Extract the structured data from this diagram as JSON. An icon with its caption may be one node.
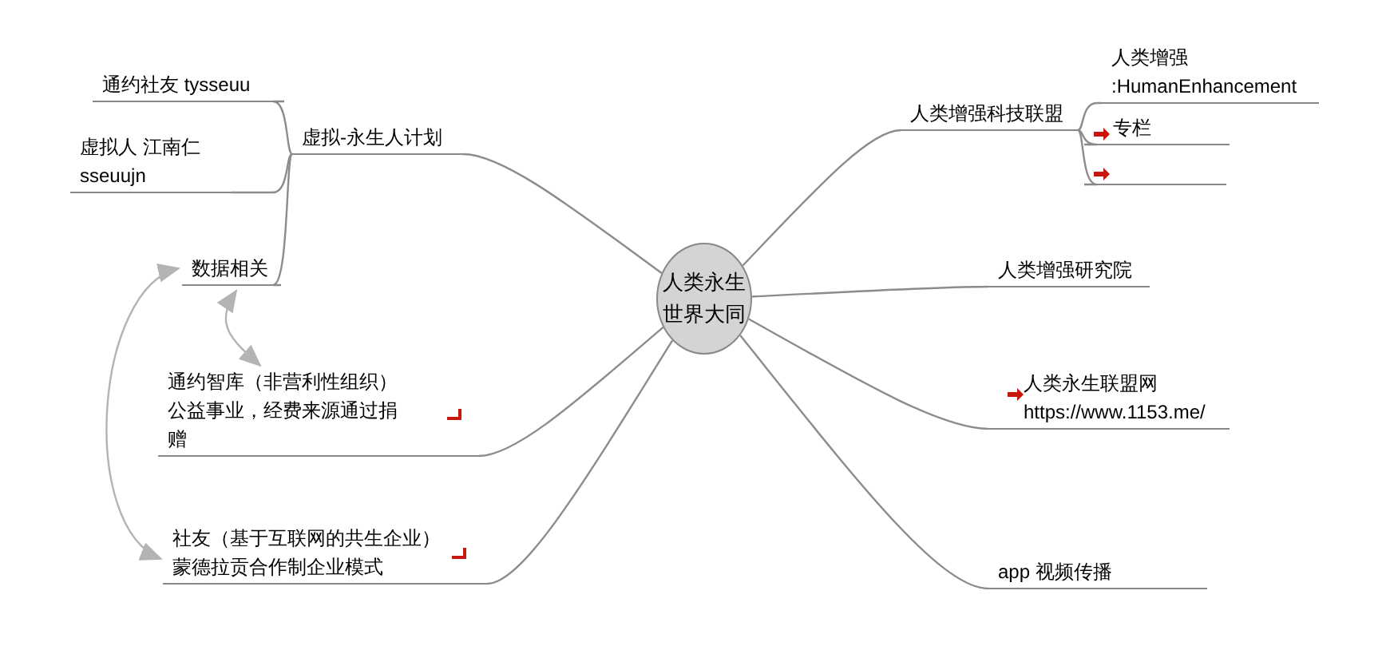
{
  "diagram": {
    "nodes": [
      {
        "text": [
          "人类永生世界大同"
        ]
      },
      {
        "text": [
          "虚拟-永生人计划"
        ]
      },
      {
        "text": [
          "通约社友 tysseuu"
        ]
      },
      {
        "text": [
          "虚拟人 江南仁 sseuujn"
        ]
      },
      {
        "text": [
          "数据相关"
        ]
      },
      {
        "text": [
          "通约智库（非营利性组织）公益事业，经费来源通过捐赠"
        ]
      },
      {
        "text": [
          "社友（基于互联网的共生企业）蒙德拉贡合作制企业模式"
        ]
      },
      {
        "text": [
          "人类增强科技联盟"
        ]
      },
      {
        "text": [
          "人类增强 :HumanEnhancement"
        ]
      },
      {
        "text": [
          "专栏"
        ]
      },
      {
        "text": [],
        "shape": "line"
      },
      {
        "text": [
          "人类增强研究院"
        ]
      },
      {
        "text": [
          "人类永生联盟网 https://www.1153.me/"
        ]
      },
      {
        "text": [
          "app 视频传播"
        ]
      }
    ],
    "edges": [
      {
        "from": 0,
        "to": 1,
        "arrow": "none"
      },
      {
        "from": 1,
        "to": 2,
        "arrow": "none"
      },
      {
        "from": 1,
        "to": 3,
        "arrow": "none"
      },
      {
        "from": 1,
        "to": 4,
        "arrow": "none"
      },
      {
        "from": 0,
        "to": 5,
        "arrow": "none"
      },
      {
        "from": 0,
        "to": 6,
        "arrow": "none"
      },
      {
        "from": 0,
        "to": 7,
        "arrow": "none"
      },
      {
        "from": 7,
        "to": 8,
        "arrow": "none"
      },
      {
        "from": 7,
        "to": 9,
        "arrow": "none"
      },
      {
        "from": 7,
        "to": 10,
        "arrow": "none"
      },
      {
        "from": 0,
        "to": 11,
        "arrow": "none"
      },
      {
        "from": 0,
        "to": 12,
        "arrow": "none"
      },
      {
        "from": 0,
        "to": 13,
        "arrow": "none"
      },
      {
        "from": 4,
        "to": 5,
        "arrow": "both",
        "color": "#b4b4b4"
      },
      {
        "from": 4,
        "to": 6,
        "arrow": "both",
        "color": "#b4b4b4"
      }
    ]
  }
}
